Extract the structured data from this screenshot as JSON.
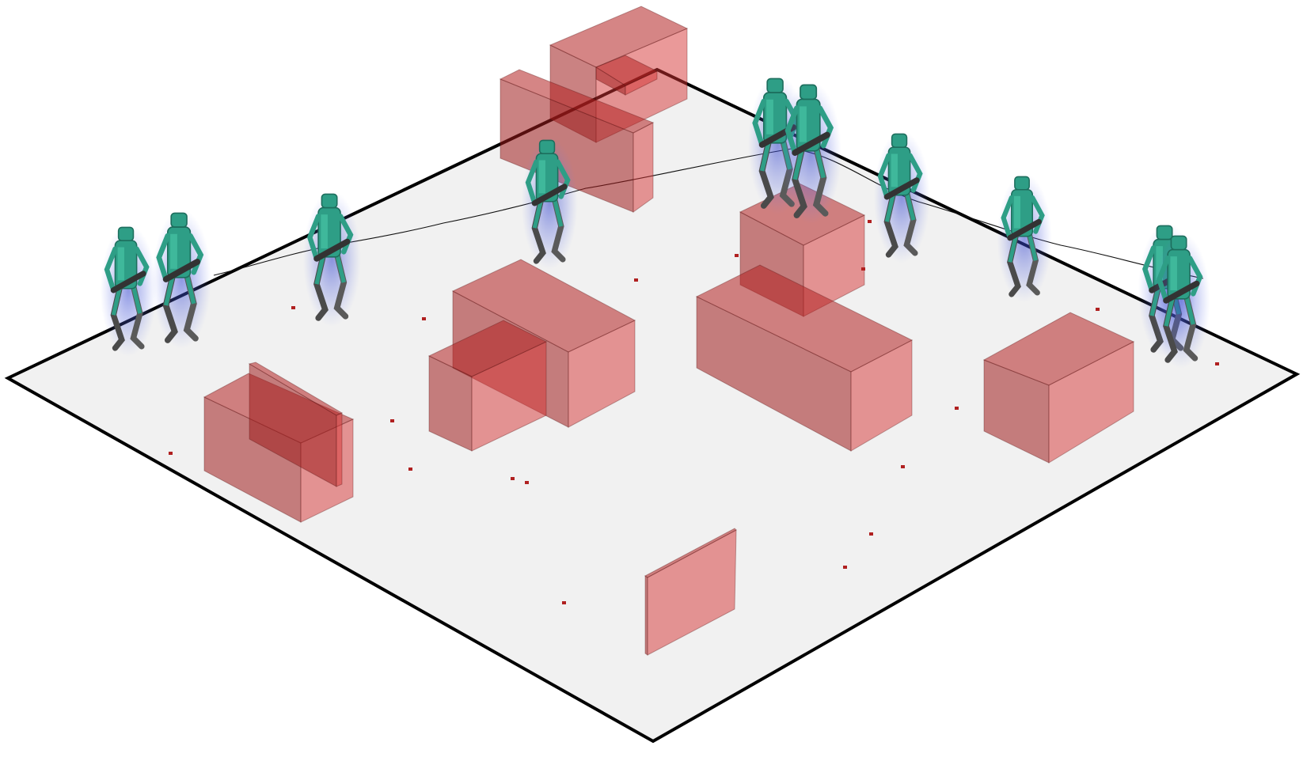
{
  "scene": {
    "colors": {
      "floor": "#f1f1f1",
      "floor_edge": "#000000",
      "obstacle": "#c81e1e",
      "robot_body": "#2e9e86",
      "robot_joint": "#4a4a4a",
      "uncertainty_halo": "#3344cc",
      "trajectory": "#111111"
    },
    "obstacle_count": 11,
    "robot_pose_count": 10,
    "debris_marker_count": 18
  }
}
